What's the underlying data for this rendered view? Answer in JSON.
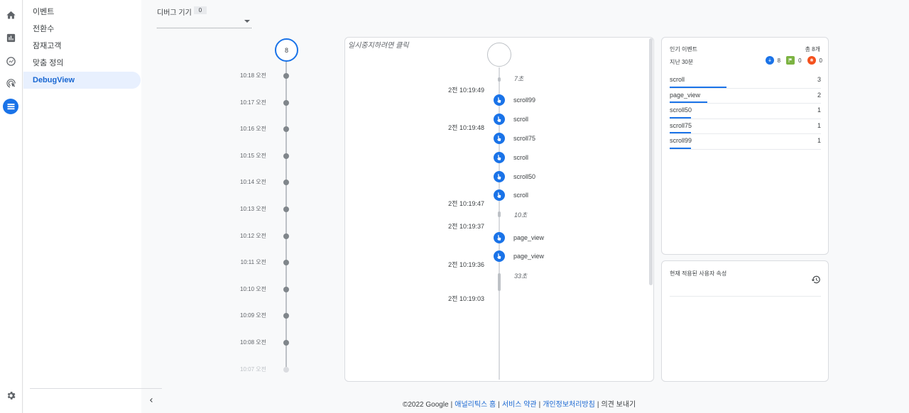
{
  "rail": {
    "items": [
      {
        "name": "home-icon",
        "active": false
      },
      {
        "name": "reports-icon",
        "active": false
      },
      {
        "name": "explore-icon",
        "active": false
      },
      {
        "name": "advertising-icon",
        "active": false
      },
      {
        "name": "configure-icon",
        "active": true
      }
    ],
    "settings_icon": "gear-icon"
  },
  "nav": {
    "items": [
      {
        "label": "이벤트",
        "active": false
      },
      {
        "label": "전환수",
        "active": false
      },
      {
        "label": "잠재고객",
        "active": false
      },
      {
        "label": "맞춤 정의",
        "active": false
      },
      {
        "label": "DebugView",
        "active": true
      }
    ],
    "collapse_icon": "chevron-left-icon"
  },
  "device": {
    "label": "디버그 기기",
    "count": "0"
  },
  "minute_timeline": {
    "badge": "8",
    "rows": [
      "10:18 오전",
      "10:17 오전",
      "10:16 오전",
      "10:15 오전",
      "10:14 오전",
      "10:13 오전",
      "10:12 오전",
      "10:11 오전",
      "10:10 오전",
      "10:09 오전",
      "10:08 오전",
      "10:07 오전"
    ]
  },
  "stream": {
    "pause_hint": "일시중지하려면 클릭",
    "gap_labels": [
      "7초",
      "10초",
      "33초"
    ],
    "times": [
      "2전 10:19:49",
      "2전 10:19:48",
      "2전 10:19:47",
      "2전 10:19:37",
      "2전 10:19:36",
      "2전 10:19:03"
    ],
    "events": [
      "scroll99",
      "scroll",
      "scroll75",
      "scroll",
      "scroll50",
      "scroll",
      "page_view",
      "page_view"
    ]
  },
  "top_events": {
    "title": "인기 이벤트",
    "total": "총 8개",
    "subtitle": "지난 30분",
    "counters": [
      {
        "icon": "event-icon",
        "value": "8",
        "color": "#1a73e8"
      },
      {
        "icon": "conversion-flag-icon",
        "value": "0",
        "color": "#7cb342"
      },
      {
        "icon": "error-icon",
        "value": "0",
        "color": "#f4511e"
      }
    ],
    "rows": [
      {
        "name": "scroll",
        "value": "3",
        "fraction": 0.375
      },
      {
        "name": "page_view",
        "value": "2",
        "fraction": 0.25
      },
      {
        "name": "scroll50",
        "value": "1",
        "fraction": 0.14
      },
      {
        "name": "scroll75",
        "value": "1",
        "fraction": 0.14
      },
      {
        "name": "scroll99",
        "value": "1",
        "fraction": 0.14
      }
    ]
  },
  "user_properties": {
    "title": "현재 적용된 사용자 속성",
    "icon": "history-icon"
  },
  "footer": {
    "copyright": "©2022 Google",
    "links": [
      "애널리틱스 홈",
      "서비스 약관",
      "개인정보처리방침"
    ],
    "feedback": "의견 보내기"
  }
}
